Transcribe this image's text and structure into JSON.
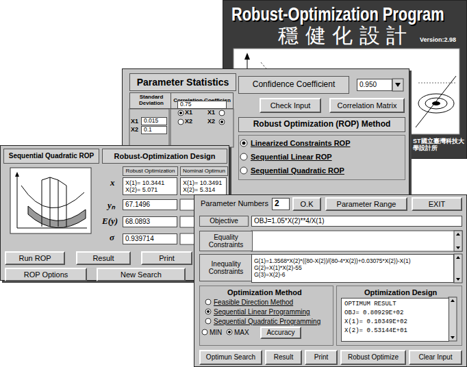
{
  "diagram": {
    "nodes": [
      {
        "text": [
          "Robust-Optimization Program",
          "穩 健 化 設 計",
          "Version:2.98",
          "ST國立臺灣科技大學設計所"
        ]
      },
      {
        "text": [
          "X1",
          "X2",
          "X1",
          "X1",
          "X2",
          "X2"
        ]
      },
      {
        "text": [
          "Parameter Statistics"
        ],
        "in": 1
      },
      {
        "text": [
          "Standard Deviation"
        ],
        "in": 1
      },
      {
        "text": [
          "Correlation Coefficien"
        ],
        "in": 1
      },
      {
        "text": [
          "0.015"
        ],
        "in": 1
      },
      {
        "text": [
          "0.1"
        ],
        "in": 1
      },
      {
        "text": [
          "0.75"
        ],
        "in": 1
      },
      {
        "text": [
          "Confidence Coefficient"
        ],
        "in": 1
      },
      {
        "text": [
          "0.950"
        ],
        "in": 1
      },
      {
        "text": [
          "Check Input"
        ],
        "in": 1
      },
      {
        "text": [
          "Correlation Matrix"
        ],
        "in": 1
      },
      {
        "text": [
          "Robust Optimization (ROP) Method"
        ],
        "in": 1
      },
      {
        "text": [
          "Linearized Constraints ROP",
          "Sequential Linear ROP",
          "Sequential Quadratic ROP"
        ],
        "in": 1
      },
      {
        "text": [
          "x",
          "yₙ",
          "E(y)",
          "σ"
        ]
      },
      {
        "text": [
          "Sequential Quadratic ROP"
        ],
        "in": 14
      },
      {
        "text": [
          "Robust-Optimization Design"
        ],
        "in": 14
      },
      {
        "text": [
          "Robust Optimization"
        ],
        "in": 14
      },
      {
        "text": [
          "Nominal Optimun"
        ],
        "in": 14
      },
      {
        "text": [
          "X(1)= 10.3441",
          "X(2)= 5.071"
        ],
        "in": 14
      },
      {
        "text": [
          "X(1)= 10.3491",
          "X(2)= 5.314"
        ],
        "in": 14
      },
      {
        "text": [
          "67.1496"
        ],
        "in": 14
      },
      {
        "text": [
          "68.0893"
        ],
        "in": 14
      },
      {
        "text": [
          "0.939714"
        ],
        "in": 14
      },
      {
        "text": [
          "Run ROP"
        ],
        "in": 14
      },
      {
        "text": [
          "Result"
        ],
        "in": 14
      },
      {
        "text": [
          "Print"
        ],
        "in": 14
      },
      {
        "text": [
          "ROP Options"
        ],
        "in": 14
      },
      {
        "text": [
          "New Search"
        ],
        "in": 14
      },
      {
        "text": [
          "Parameter Numbers"
        ]
      },
      {
        "text": [
          "2"
        ],
        "in": 29
      },
      {
        "text": [
          "O.K"
        ],
        "in": 29
      },
      {
        "text": [
          "Parameter Range"
        ],
        "in": 29
      },
      {
        "text": [
          "EXIT"
        ],
        "in": 29
      },
      {
        "text": [
          "Objective"
        ],
        "in": 29
      },
      {
        "text": [
          "OBJ=1.05*X(2)**4/X(1)"
        ],
        "in": 29
      },
      {
        "text": [
          "Equality Constraints"
        ],
        "in": 29
      },
      {
        "text": [
          "Inequality Constraints"
        ],
        "in": 29
      },
      {
        "text": [
          "G(1)=1.3568*X(2)*((80-X(2))/(80-4*X(2))+0.03075*X(2))-X(1)",
          "G(2)=X(1)*X(2)-55",
          "G(3)=X(2)-6"
        ],
        "in": 29
      },
      {
        "text": [
          "Optimization Method",
          "Feasible Direction Method",
          "Sequential Linear Programming",
          "Sequential Quadratic Programming",
          "MIN",
          "MAX"
        ],
        "in": 29
      },
      {
        "text": [
          "Accuracy"
        ],
        "in": 39
      },
      {
        "text": [
          "Optimization Design"
        ],
        "in": 29
      },
      {
        "text": [
          "OPTIMUM RESULT",
          "OBJ= 0.80929E+02",
          "X(1)= 0.10349E+02",
          "X(2)= 0.53144E+01"
        ],
        "in": 41
      },
      {
        "text": [
          "Optimun Search"
        ],
        "in": 29
      },
      {
        "text": [
          "Result"
        ],
        "in": 29
      },
      {
        "text": [
          "Print"
        ],
        "in": 29
      },
      {
        "text": [
          "Robust Optimize"
        ],
        "in": 29
      },
      {
        "text": [
          "Clear Input"
        ],
        "in": 29
      }
    ]
  }
}
